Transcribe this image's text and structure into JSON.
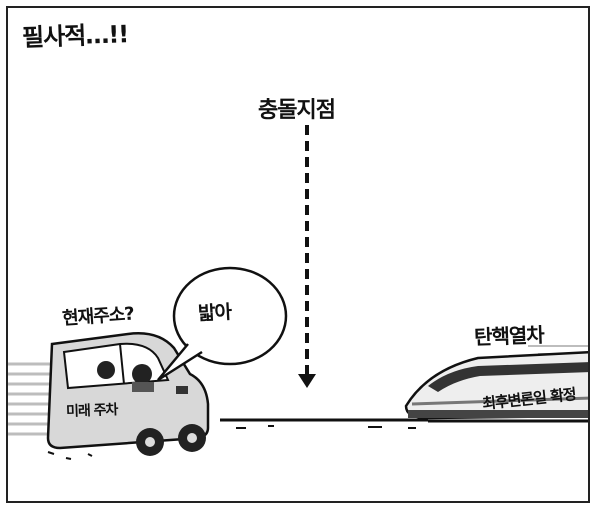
{
  "cartoon": {
    "title": "필사적…!!",
    "impact_point": "충돌지점",
    "car": {
      "caption": "현재주소?",
      "plate": "미래 주차",
      "speech": "밟아"
    },
    "train": {
      "name": "탄핵열차",
      "body_text": "최후변론일 확정"
    },
    "colors": {
      "ink": "#111111",
      "background": "#ffffff",
      "speed_lines": "#bdbdbd"
    }
  }
}
